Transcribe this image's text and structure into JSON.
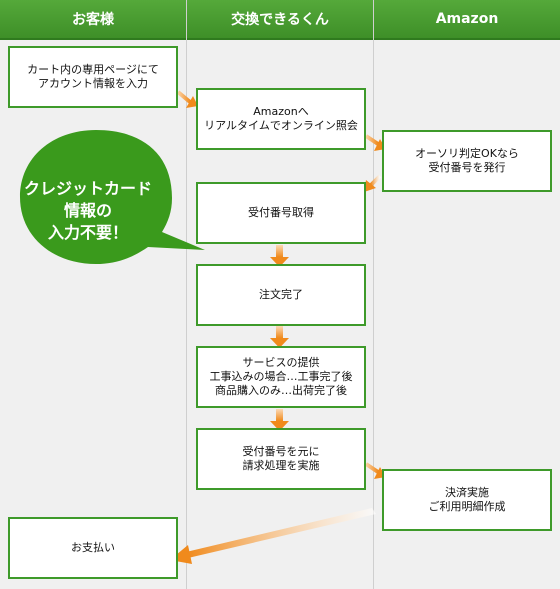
{
  "lanes": {
    "customer": "お客様",
    "exchange": "交換できるくん",
    "amazon": "Amazon"
  },
  "steps": {
    "cart_entry": "カート内の専用ページにて\nアカウント情報を入力",
    "realtime_inquiry": "Amazonへ\nリアルタイムでオンライン照会",
    "authorization": "オーソリ判定OKなら\n受付番号を発行",
    "receipt_number": "受付番号取得",
    "order_complete": "注文完了",
    "service": "サービスの提供\n工事込みの場合…工事完了後\n商品購入のみ…出荷完了後",
    "billing": "受付番号を元に\n請求処理を実施",
    "settlement": "決済実施\nご利用明細作成",
    "payment": "お支払い"
  },
  "callout": "クレジットカード\n情報の\n入力不要！",
  "colors": {
    "header_green": "#4c9e33",
    "box_border": "#3e9a2a",
    "callout_green": "#3a9a1c",
    "arrow_orange": "#f08a1c",
    "lane_bg": "#f0f0f0"
  }
}
